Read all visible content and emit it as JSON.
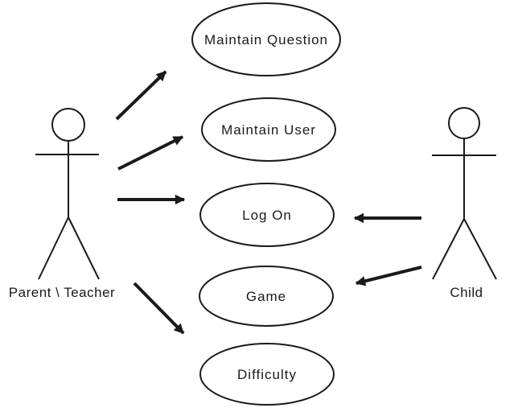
{
  "diagram": {
    "type": "uml-use-case-diagram",
    "background_color": "#ffffff",
    "stroke_color": "#1a1a1a",
    "text_color": "#1a1a1a",
    "actors": [
      {
        "id": "parent-teacher",
        "label": "Parent \\ Teacher",
        "side": "left"
      },
      {
        "id": "child",
        "label": "Child",
        "side": "right"
      }
    ],
    "use_cases": [
      {
        "id": "maintain-question",
        "label": "Maintain Question"
      },
      {
        "id": "maintain-user",
        "label": "Maintain User"
      },
      {
        "id": "log-on",
        "label": "Log On"
      },
      {
        "id": "game",
        "label": "Game"
      },
      {
        "id": "difficulty",
        "label": "Difficulty"
      }
    ],
    "associations": [
      {
        "from": "Parent \\ Teacher",
        "to": "Maintain Question"
      },
      {
        "from": "Parent \\ Teacher",
        "to": "Maintain User"
      },
      {
        "from": "Parent \\ Teacher",
        "to": "Log On"
      },
      {
        "from": "Parent \\ Teacher",
        "to": "Difficulty"
      },
      {
        "from": "Child",
        "to": "Log On"
      },
      {
        "from": "Child",
        "to": "Game"
      }
    ]
  }
}
